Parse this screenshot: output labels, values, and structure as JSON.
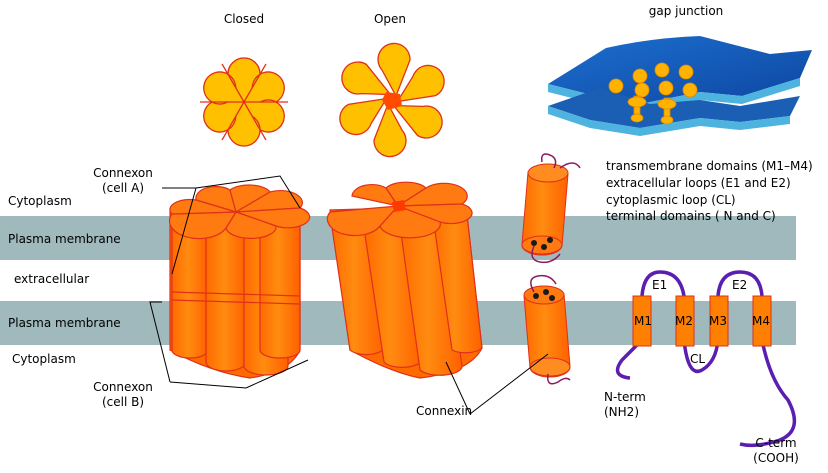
{
  "states": {
    "closed": "Closed",
    "open": "Open"
  },
  "gap_junction": "gap junction",
  "regions": {
    "cytoplasm_top": "Cytoplasm",
    "membrane_top": "Plasma membrane",
    "extracellular": "extracellular",
    "membrane_bottom": "Plasma membrane",
    "cytoplasm_bottom": "Cytoplasm"
  },
  "connexon_a": {
    "line1": "Connexon",
    "line2": "(cell A)"
  },
  "connexon_b": {
    "line1": "Connexon",
    "line2": "(cell B)"
  },
  "connexin": "Connexin",
  "legend": [
    "transmembrane domains (M1–M4)",
    "extracellular loops (E1 and E2)",
    "cytoplasmic loop (CL)",
    "terminal domains ( N and C)"
  ],
  "topology": {
    "m1": "M1",
    "m2": "M2",
    "m3": "M3",
    "m4": "M4",
    "e1": "E1",
    "e2": "E2",
    "cl": "CL",
    "nterm1": "N-term",
    "nterm2": "(NH2)",
    "cterm1": "C-term",
    "cterm2": "(COOH)"
  },
  "colors": {
    "membrane": "#9fb9bd",
    "connexin_orange": "#ff8000",
    "connexin_outline": "#e0301a",
    "petal_yellow": "#ffc000",
    "blue_dark": "#1a5fb4",
    "blue_light": "#4fb3e0",
    "loop_purple": "#5a1fb0"
  }
}
